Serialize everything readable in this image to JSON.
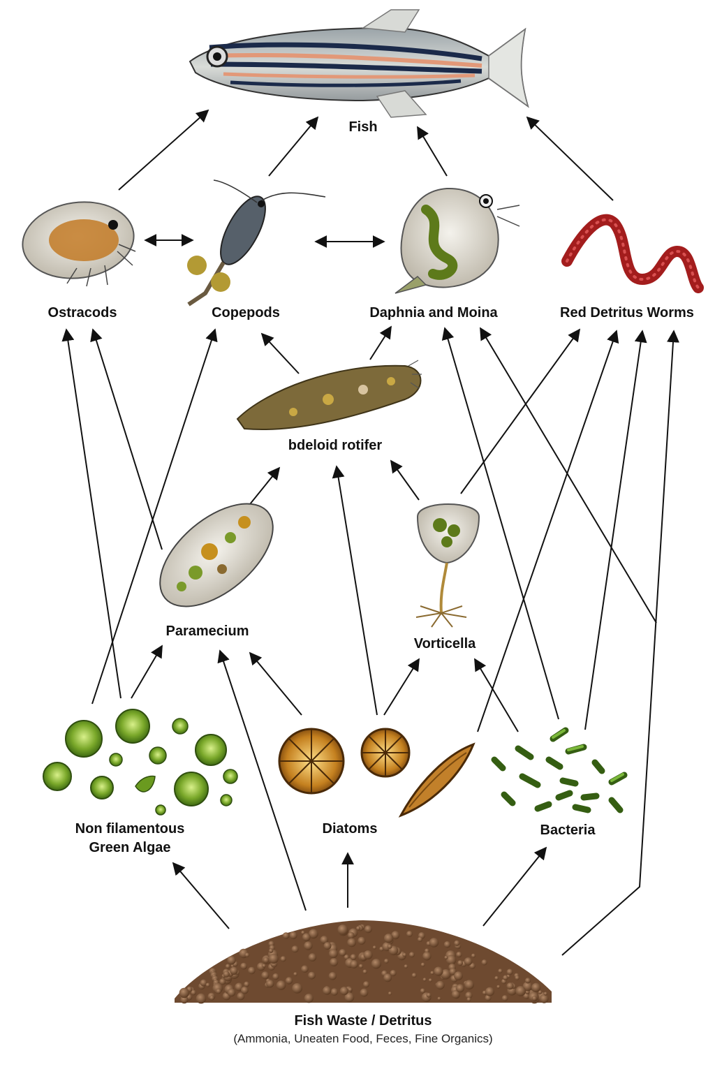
{
  "title": "",
  "nodes": {
    "fish": "Fish",
    "ostracods": "Ostracods",
    "copepods": "Copepods",
    "daphnia_moina": "Daphnia and Moina",
    "red_worms": "Red Detritus Worms",
    "rotifer": "bdeloid rotifer",
    "paramecium": "Paramecium",
    "vorticella": "Vorticella",
    "green_algae_line1": "Non filamentous",
    "green_algae_line2": "Green Algae",
    "diatoms": "Diatoms",
    "bacteria": "Bacteria",
    "detritus": "Fish Waste / Detritus",
    "detritus_sub": "(Ammonia, Uneaten Food, Feces, Fine Organics)"
  },
  "icons": {
    "fish": "zebrafish-icon",
    "ostracods": "ostracod-icon",
    "copepods": "copepod-icon",
    "daphnia": "daphnia-icon",
    "worms": "red-worm-icon",
    "rotifer": "rotifer-icon",
    "paramecium": "paramecium-icon",
    "vorticella": "vorticella-icon",
    "algae": "green-algae-icon",
    "diatoms": "diatom-icon",
    "bacteria": "bacteria-icon",
    "detritus": "detritus-pile-icon"
  },
  "colors": {
    "arrow": "#111111",
    "algae": "#6a9a1f",
    "diatom": "#b8741a",
    "bacteria": "#5f9a2a",
    "worm": "#a31d1d",
    "detritus": "#7a5236"
  }
}
